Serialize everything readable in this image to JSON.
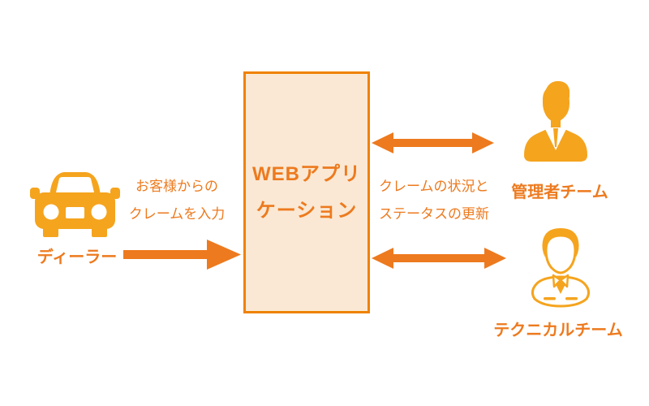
{
  "colors": {
    "accent": "#ED7A1E",
    "icon": "#F5A41E",
    "box_fill": "#FAE8D4",
    "box_border": "#EF8200",
    "background": "#FFFFFF"
  },
  "diagram": {
    "dealer": {
      "label": "ディーラー",
      "icon": "car-icon"
    },
    "input_note": {
      "line1": "お客様からの",
      "line2": "クレームを入力"
    },
    "webapp": {
      "line1": "WEBアプリ",
      "line2": "ケーション"
    },
    "update_note": {
      "line1": "クレームの状況と",
      "line2": "ステータスの更新"
    },
    "admin_team": {
      "label": "管理者チーム",
      "icon": "businessman-icon"
    },
    "technical_team": {
      "label": "テクニカルチーム",
      "icon": "technical-person-icon"
    },
    "arrows": [
      {
        "from": "dealer",
        "to": "webapp",
        "direction": "right"
      },
      {
        "from": "webapp",
        "to": "admin_team",
        "direction": "both"
      },
      {
        "from": "webapp",
        "to": "technical_team",
        "direction": "both"
      }
    ]
  }
}
